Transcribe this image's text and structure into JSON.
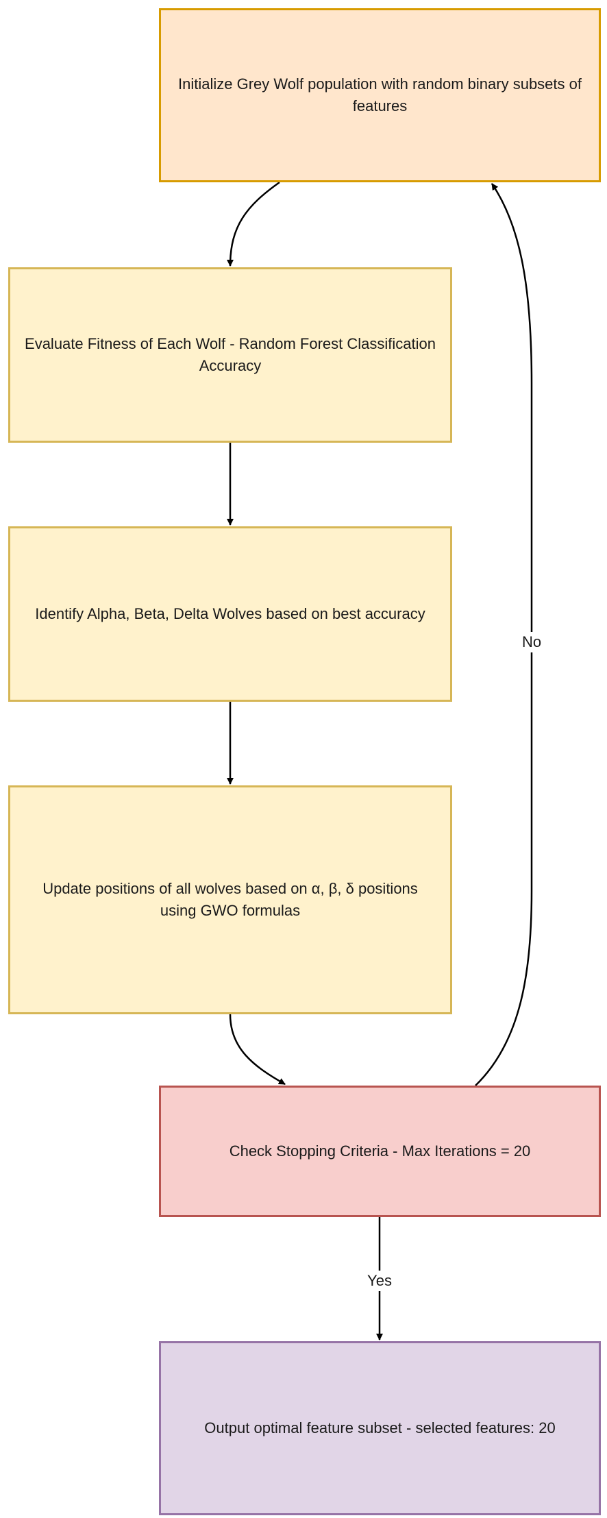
{
  "nodes": {
    "init": "Initialize Grey Wolf population with random binary subsets of features",
    "evaluate": "Evaluate Fitness of Each Wolf - Random Forest Classification Accuracy",
    "identify": "Identify Alpha, Beta, Delta Wolves based on best accuracy",
    "update": "Update positions of all wolves based on α, β, δ positions using GWO formulas",
    "check": "Check Stopping Criteria - Max Iterations = 20",
    "output": "Output optimal feature subset - selected features: 20"
  },
  "edges": {
    "no_label": "No",
    "yes_label": "Yes"
  },
  "colors": {
    "init_fill": "#ffe6cc",
    "process_fill": "#fff2cc",
    "check_fill": "#f8cecc",
    "output_fill": "#e1d5e7"
  }
}
